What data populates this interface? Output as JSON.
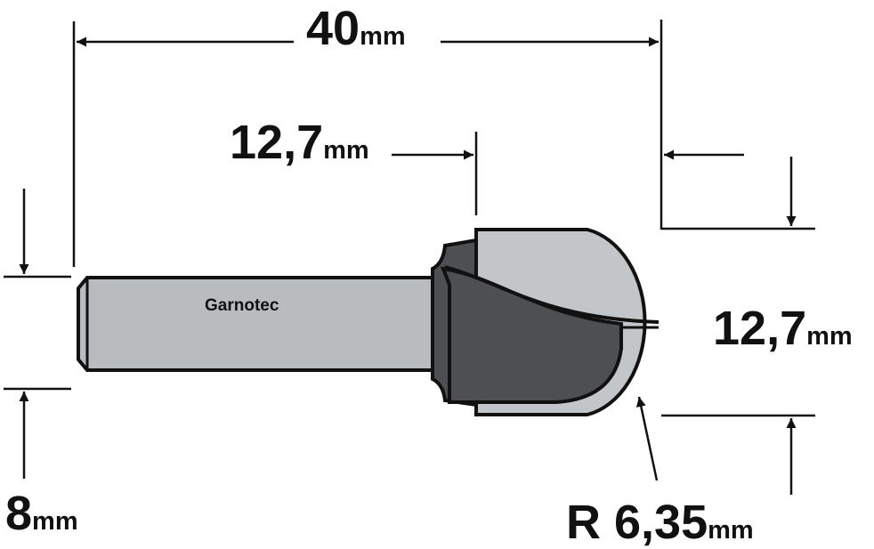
{
  "brand": "Garnotec",
  "colors": {
    "outline": "#111111",
    "shank": "#b8bcbf",
    "cutter_light": "#c3c6c8",
    "cutter_dark": "#4d4f52",
    "background": "#ffffff"
  },
  "dimensions": {
    "overall_length": {
      "value": "40",
      "unit": "mm"
    },
    "cutting_length": {
      "value": "12,7",
      "unit": "mm"
    },
    "cutting_diameter": {
      "value": "12,7",
      "unit": "mm"
    },
    "shank_diameter": {
      "value": "8",
      "unit": "mm"
    },
    "radius": {
      "value": "R 6,35",
      "unit": "mm"
    }
  }
}
